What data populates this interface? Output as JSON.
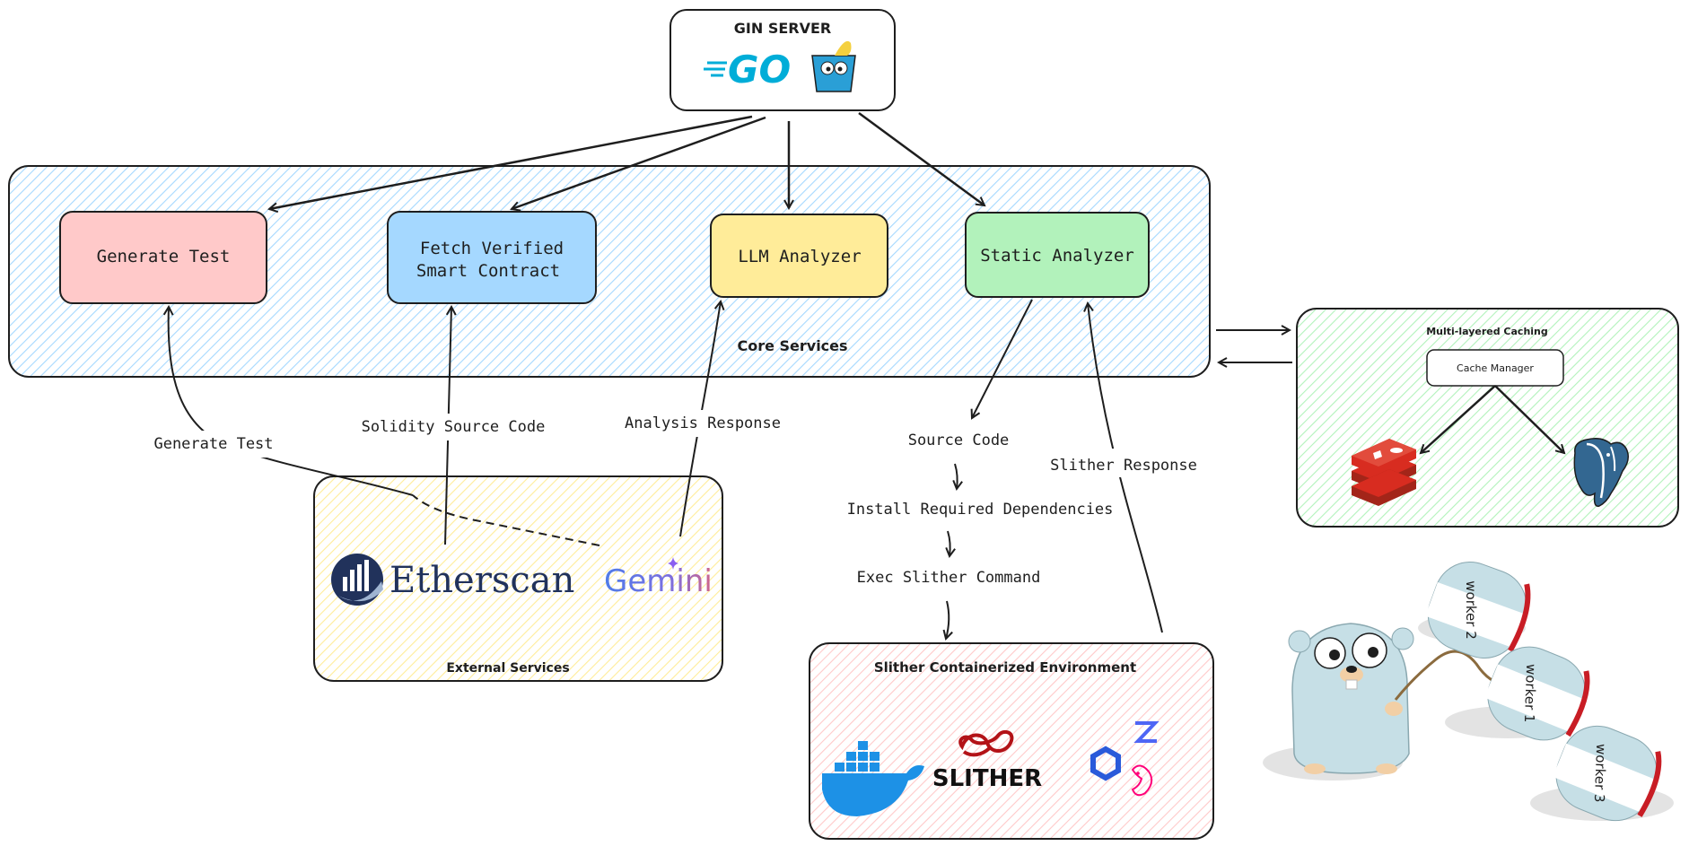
{
  "server": {
    "title": "GIN SERVER",
    "go_logo": "GO"
  },
  "core": {
    "label": "Core Services",
    "services": [
      {
        "id": "generate-test",
        "label_lines": [
          "Generate Test"
        ],
        "color": "#ffc9c9"
      },
      {
        "id": "fetch-contract",
        "label_lines": [
          "Fetch Verified",
          "Smart Contract"
        ],
        "color": "#a5d8ff"
      },
      {
        "id": "llm-analyzer",
        "label_lines": [
          "LLM Analyzer"
        ],
        "color": "#ffec99"
      },
      {
        "id": "static-analyzer",
        "label_lines": [
          "Static Analyzer"
        ],
        "color": "#b2f2bb"
      }
    ]
  },
  "caching": {
    "title": "Multi-layered Caching",
    "manager": "Cache Manager"
  },
  "external": {
    "label": "External Services",
    "etherscan": "Etherscan",
    "gemini": "Gemini"
  },
  "flow_labels": {
    "generate_test": "Generate Test",
    "solidity_source": "Solidity Source Code",
    "analysis_response": "Analysis Response",
    "source_code": "Source Code",
    "install_deps": "Install Required Dependencies",
    "exec_slither": "Exec Slither Command",
    "slither_response": "Slither Response"
  },
  "slither_env": {
    "title": "Slither Containerized Environment",
    "slither_logo": "SLITHER"
  },
  "workers": [
    "worker 2",
    "worker 1",
    "worker 3"
  ],
  "colors": {
    "core_hatch": "#a5d8ff",
    "cache_hatch": "#b2f2bb",
    "external_hatch": "#ffec99",
    "slither_hatch": "#ffc9c9",
    "go_blue": "#00add8",
    "etherscan_navy": "#21325b",
    "redis_red": "#d82c20",
    "postgres_blue": "#336791",
    "docker_blue": "#1d91e6",
    "slither_red": "#b31217",
    "gopher": "#c6dfe6"
  },
  "icons": [
    "go-logo-icon",
    "gopher-icon",
    "redis-icon",
    "postgres-icon",
    "etherscan-icon",
    "gemini-icon",
    "docker-icon",
    "slither-icon",
    "chainlink-icon",
    "zksync-icon",
    "uniswap-icon"
  ]
}
